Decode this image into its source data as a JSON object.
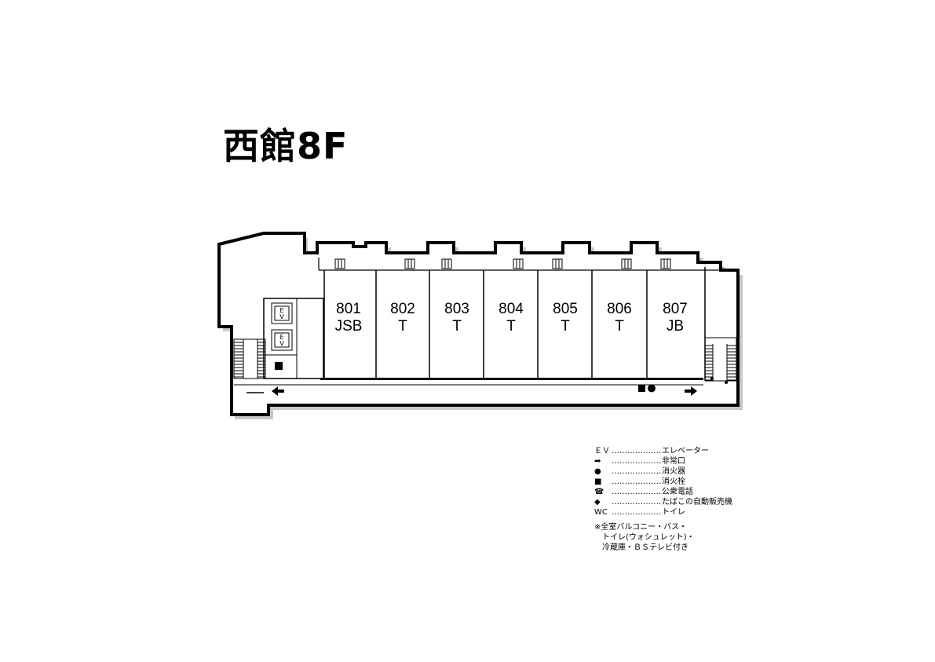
{
  "title": "西館8F",
  "rooms": [
    {
      "number": "801",
      "type": "JSB"
    },
    {
      "number": "802",
      "type": "T"
    },
    {
      "number": "803",
      "type": "T"
    },
    {
      "number": "804",
      "type": "T"
    },
    {
      "number": "805",
      "type": "T"
    },
    {
      "number": "806",
      "type": "T"
    },
    {
      "number": "807",
      "type": "JB"
    }
  ],
  "elevator_label": "EV",
  "legend": {
    "items": [
      {
        "symbol": "ＥＶ",
        "label": "エレベーター",
        "icon": "ev-text"
      },
      {
        "symbol": "➡",
        "label": "非常口",
        "icon": "arrow-icon"
      },
      {
        "symbol": "●",
        "label": "消火器",
        "icon": "circle-icon"
      },
      {
        "symbol": "■",
        "label": "消火栓",
        "icon": "square-icon"
      },
      {
        "symbol": "☎",
        "label": "公衆電話",
        "icon": "phone-icon"
      },
      {
        "symbol": "◆",
        "label": "たばこの自動販売機",
        "icon": "diamond-icon"
      },
      {
        "symbol": "WC",
        "label": "トイレ",
        "icon": "wc-text"
      }
    ],
    "dots": "…………………………",
    "note_lines": [
      "※全室バルコニー・バス・",
      "トイレ(ウォシュレット)・",
      "冷蔵庫・ＢＳテレビ付き"
    ]
  }
}
